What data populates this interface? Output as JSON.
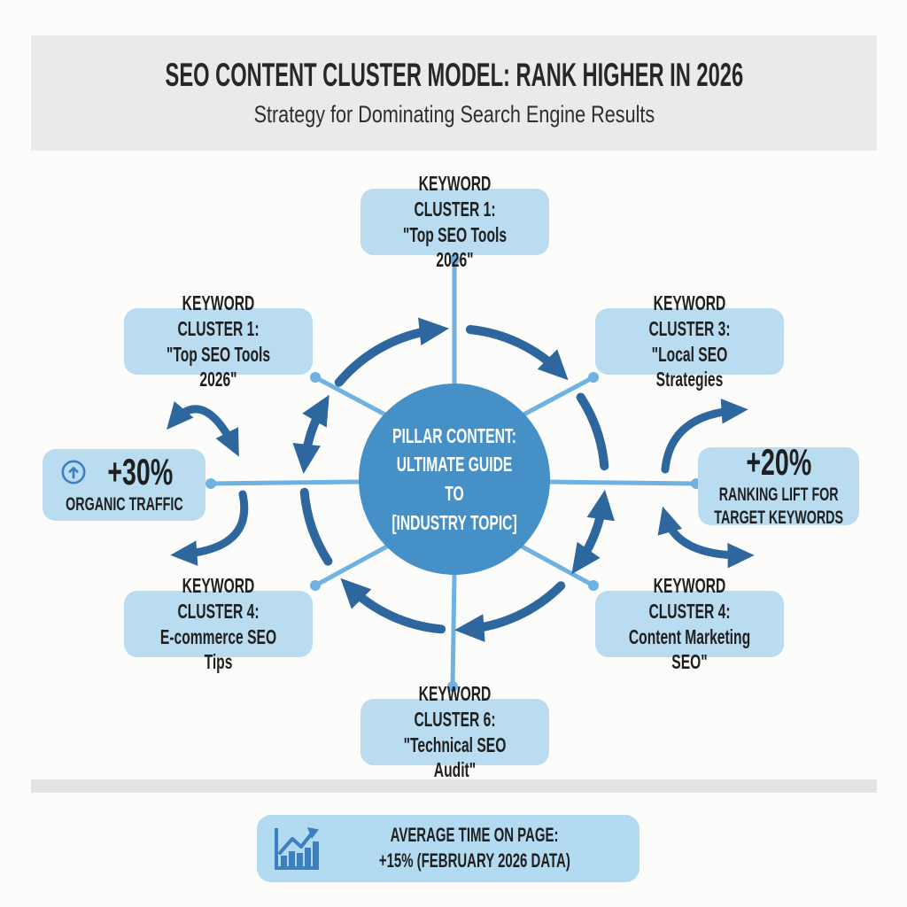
{
  "header": {
    "title": "SEO CONTENT CLUSTER MODEL: RANK HIGHER IN 2026",
    "subtitle": "Strategy for Dominating Search Engine Results"
  },
  "pillar": {
    "line1": "PILLAR CONTENT:",
    "line2": "ULTIMATE GUIDE TO",
    "line3": "[INDUSTRY TOPIC]"
  },
  "clusters": {
    "top": {
      "title": "KEYWORD CLUSTER 1:",
      "subtitle": "\"Top SEO Tools 2026\""
    },
    "upper_left": {
      "title": "KEYWORD CLUSTER 1:",
      "subtitle": "\"Top SEO Tools 2026\""
    },
    "upper_right": {
      "title": "KEYWORD CLUSTER 3:",
      "subtitle": "\"Local SEO Strategies"
    },
    "lower_left": {
      "title": "KEYWORD CLUSTER 4:",
      "subtitle": "E-commerce SEO Tips"
    },
    "lower_right": {
      "title": "KEYWORD CLUSTER 4:",
      "subtitle": "Content Marketing SEO\""
    },
    "bottom": {
      "title": "KEYWORD CLUSTER 6:",
      "subtitle": "\"Technical SEO Audit\""
    }
  },
  "stats": {
    "left": {
      "value": "+30%",
      "label": "ORGANIC TRAFFIC",
      "icon": "arrow-up-circle"
    },
    "right": {
      "value": "+20%",
      "label1": "RANKING LIFT FOR",
      "label2": "TARGET KEYWORDS"
    }
  },
  "footer": {
    "line1": "AVERAGE TIME ON PAGE:",
    "line2": "+15% (FEBRUARY 2026 DATA)",
    "icon": "bar-chart-trend"
  },
  "colors": {
    "box_blue": "#badcf0",
    "footer_blue": "#b2daf1",
    "pillar_blue": "#4590c7",
    "arrow_dark_blue": "#2d679e",
    "spoke_light_blue": "#6fb1e0",
    "icon_blue": "#3c80c2",
    "header_band_gray": "#ebeae8",
    "divider_gray": "#e3e3e2",
    "text_dark": "#1f1f1f"
  }
}
